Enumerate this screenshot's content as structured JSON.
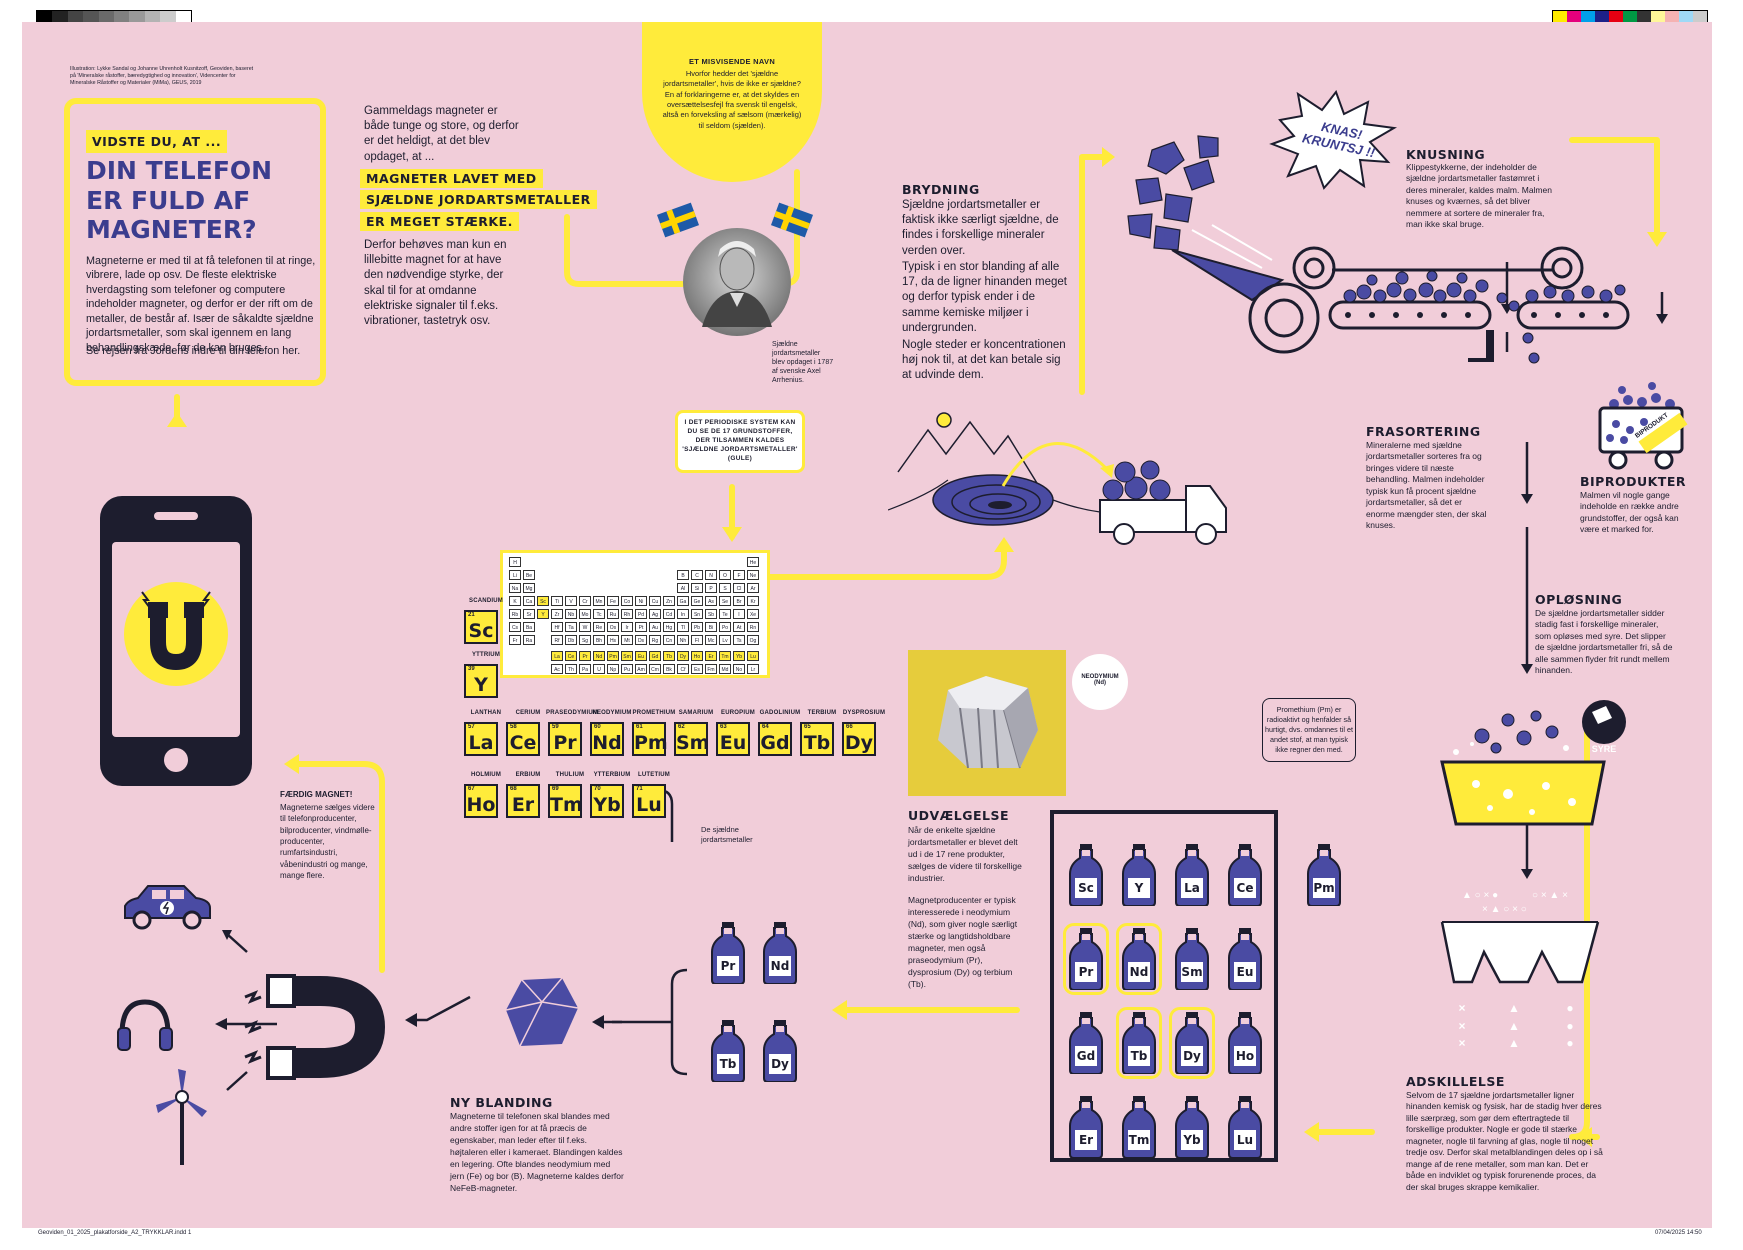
{
  "credit": "Illustration: Lykke Sandal og Johanne Uhrenholt Kusnitzoff, Geoviden, baseret på 'Mineralske råstoffer, bæredygtighed og innovation', Videncenter for Mineralske Råstoffer og Materialer (MiMa), GEUS, 2019",
  "intro": {
    "kicker": "VIDSTE DU, AT ...",
    "title": "DIN TELEFON ER FULD AF MAGNETER?",
    "body": "Magneterne er med til at få telefonen til at ringe, vibrere, lade op osv. De fleste elektriske hverdagsting som telefoner og computere indeholder magneter, og derfor er der rift om de metaller, de består af. Især de såkaldte sjældne jordartsmetaller, som skal igennem en lang behandlingskæde, før de kan bruges.",
    "cta": "Se rejsen fra Jordens indre til din telefon her."
  },
  "magnets": {
    "p1": "Gammeldags magneter er både tunge og store, og derfor er det heldigt, at det blev opdaget, at ...",
    "highlight": "MAGNETER LAVET MED SJÆLDNE JORDARTSMETALLER ER MEGET STÆRKE.",
    "p2": "Derfor behøves man kun en lillebitte magnet for at have den nødvendige styrke, der skal til for at omdanne elektriske signaler til f.eks. vibrationer, tastetryk osv."
  },
  "name_circle": {
    "title": "ET MISVISENDE NAVN",
    "body": "Hvorfor hedder det 'sjældne jordartsmetaller', hvis de ikke er sjældne? En af forklaringerne er, at det skyldes en oversættelsesfejl fra svensk til engelsk, altså en forveksling af sælsom (mærkelig) til seldom (sjælden)."
  },
  "portrait_caption": "Sjældne jordartsmetaller blev opdaget i 1787 af svenske Axel Arrhenius.",
  "periodic_note": "I DET PERIODISKE SYSTEM KAN DU SE DE 17 GRUNDSTOFFER, DER TILSAMMEN KALDES 'SJÆLDNE JORDARTSMETALLER' (GULE)",
  "ree_caption": "De sjældne jordartsmetaller",
  "elements": [
    {
      "name": "SCANDIUM",
      "num": "21",
      "sym": "Sc"
    },
    {
      "name": "YTTRIUM",
      "num": "39",
      "sym": "Y"
    },
    {
      "name": "LANTHAN",
      "num": "57",
      "sym": "La"
    },
    {
      "name": "CERIUM",
      "num": "58",
      "sym": "Ce"
    },
    {
      "name": "PRASEODYMIUM",
      "num": "59",
      "sym": "Pr"
    },
    {
      "name": "NEODYMIUM",
      "num": "60",
      "sym": "Nd"
    },
    {
      "name": "PROMETHIUM",
      "num": "61",
      "sym": "Pm"
    },
    {
      "name": "SAMARIUM",
      "num": "62",
      "sym": "Sm"
    },
    {
      "name": "EUROPIUM",
      "num": "63",
      "sym": "Eu"
    },
    {
      "name": "GADOLINIUM",
      "num": "64",
      "sym": "Gd"
    },
    {
      "name": "TERBIUM",
      "num": "65",
      "sym": "Tb"
    },
    {
      "name": "DYSPROSIUM",
      "num": "66",
      "sym": "Dy"
    },
    {
      "name": "HOLMIUM",
      "num": "67",
      "sym": "Ho"
    },
    {
      "name": "ERBIUM",
      "num": "68",
      "sym": "Er"
    },
    {
      "name": "THULIUM",
      "num": "69",
      "sym": "Tm"
    },
    {
      "name": "YTTERBIUM",
      "num": "70",
      "sym": "Yb"
    },
    {
      "name": "LUTETIUM",
      "num": "71",
      "sym": "Lu"
    }
  ],
  "steps": {
    "brydning": {
      "title": "BRYDNING",
      "p1": "Sjældne jordartsmetaller er faktisk ikke særligt sjældne, de findes i forskellige mineraler verden over.",
      "p2": "Typisk i en stor blanding af alle 17, da de ligner hinanden meget og derfor typisk ender i de samme kemiske miljøer i undergrunden.",
      "p3": "Nogle steder er koncentrationen høj nok til, at det kan betale sig at udvinde dem."
    },
    "knas": "KNAS! KRUNTSJ !!",
    "knusning": {
      "title": "KNUSNING",
      "body": "Klippestykkerne, der indeholder de sjældne jordartsmetaller fastømret i deres mineraler, kaldes malm. Malmen knuses og kværnes, så det bliver nemmere at sortere de mineraler fra, man ikke skal bruge."
    },
    "frasortering": {
      "title": "FRASORTERING",
      "body": "Mineralerne med sjældne jordartsmetaller sorteres fra og bringes videre til næste behandling. Malmen indeholder typisk kun få procent sjældne jordartsmetaller, så det er enorme mængder sten, der skal knuses."
    },
    "biprodukt_label": "BIPRODUKT",
    "biprodukter": {
      "title": "BIPRODUKTER",
      "body": "Malmen vil nogle gange indeholde en række andre grundstoffer, der også kan være et marked for."
    },
    "oplosning": {
      "title": "OPLØSNING",
      "body": "De sjældne jordartsmetaller sidder stadig fast i forskellige mineraler, som opløses med syre. Det slipper de sjældne jordartsmetaller fri, så de alle sammen flyder frit rundt mellem hinanden."
    },
    "syre": "SYRE",
    "adskillelse": {
      "title": "ADSKILLELSE",
      "body": "Selvom de 17 sjældne jordartsmetaller ligner hinanden kemisk og fysisk, har de stadig hver deres lille særpræg, som gør dem eftertragtede til forskellige produkter. Nogle er gode til stærke magneter, nogle til farvning af glas, nogle til noget tredje osv. Derfor skal metalblandingen deles op i så mange af de rene metaller, som man kan. Det er både en indviklet og typisk forurenende proces, da der skal bruges skrappe kemikalier."
    },
    "promethium_note": "Promethium (Pm) er radioaktivt og henfalder så hurtigt, dvs. omdannes til et andet stof, at man typisk ikke regner den med.",
    "nd_label_title": "NEODYMIUM",
    "nd_label_sym": "(Nd)",
    "udvaelgelse": {
      "title": "UDVÆLGELSE",
      "p1": "Når de enkelte sjældne jordartsmetaller er blevet delt ud i de 17 rene produkter, sælges de videre til forskellige industrier.",
      "p2": "Magnetproducenter er typisk interesserede i neodymium (Nd), som giver nogle særligt stærke og langtidsholdbare magneter, men også praseodymium (Pr), dysprosium (Dy) og terbium (Tb)."
    },
    "nyblanding": {
      "title": "NY BLANDING",
      "body": "Magneterne til telefonen skal blandes med andre stoffer igen for at få præcis de egenskaber, man leder efter til f.eks. højtaleren eller i kameraet. Blandingen kaldes en legering. Ofte blandes neodymium med jern (Fe) og bor (B). Magneterne kaldes derfor NeFeB-magneter."
    },
    "faerdig": {
      "title": "FÆRDIG MAGNET!",
      "body": "Magneterne sælges videre til telefonproducenter, bilproducenter, vindmølle-producenter, rumfartsindustri, våbenindustri og mange, mange flere."
    }
  },
  "footer": {
    "left": "Geoviden_01_2025_plakatforside_A2_TRYKKLAR.indd   1",
    "right": "07/04/2025   14:50"
  },
  "colors": {
    "bg": "#f1cdd9",
    "yellow": "#ffeb3b",
    "blue": "#3b3d8e",
    "ink": "#1d1d2e"
  }
}
